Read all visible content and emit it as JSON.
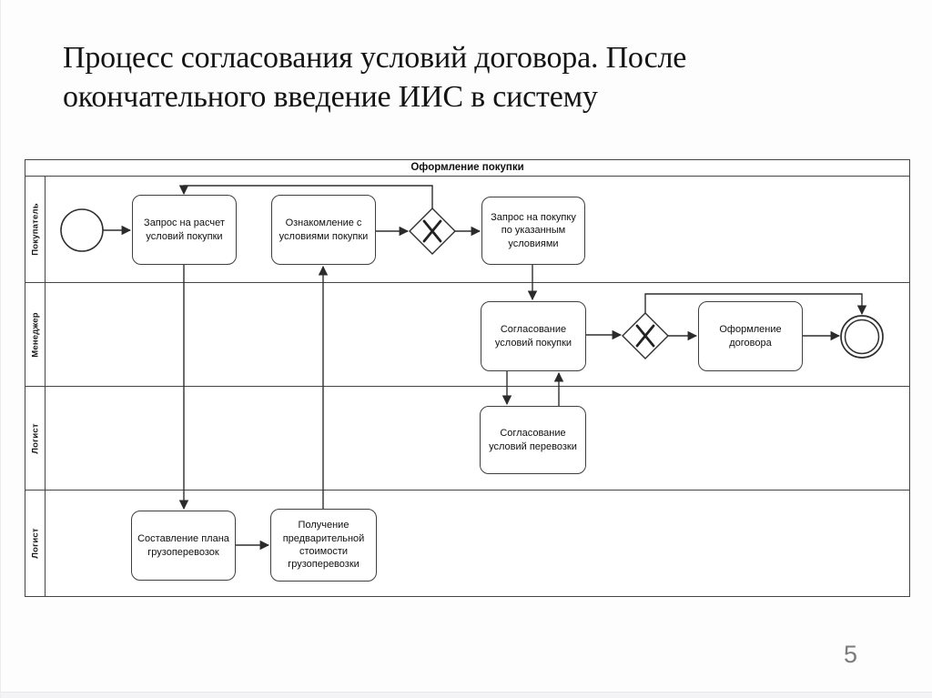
{
  "title": {
    "line1": "Процесс согласования условий договора. После",
    "line2": "окончательного введение ИИС в систему"
  },
  "page_number": "5",
  "diagram": {
    "pool_header": "Оформление покупки",
    "lanes": [
      {
        "label": "Покупатель"
      },
      {
        "label": "Менеджер"
      },
      {
        "label": "Логист"
      },
      {
        "label": "Логист"
      }
    ],
    "tasks": [
      {
        "label": "Запрос на расчет условий покупки"
      },
      {
        "label": "Ознакомление с условиями покупки"
      },
      {
        "label": "Запрос на покупку по указанным условиями"
      },
      {
        "label": "Согласование условий покупки"
      },
      {
        "label": "Оформление договора"
      },
      {
        "label": "Согласование условий перевозки"
      },
      {
        "label": "Составление плана грузоперевозок"
      },
      {
        "label": "Получение предварительной стоимости грузоперевозки"
      }
    ],
    "nodes": {
      "start_event": {
        "type": "start-event"
      },
      "end_event": {
        "type": "end-event"
      },
      "gateway_buyer": {
        "type": "exclusive-gateway",
        "symbol": "X"
      },
      "gateway_manager": {
        "type": "exclusive-gateway",
        "symbol": "X"
      }
    }
  },
  "colors": {
    "stroke": "#2f2f2f",
    "border": "#454545",
    "title_text": "#141414",
    "page_number_gray": "#7b7b7b",
    "background": "#fdfdfd"
  }
}
